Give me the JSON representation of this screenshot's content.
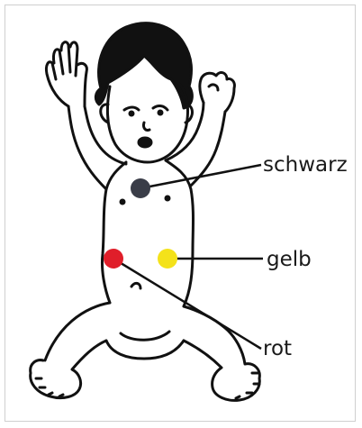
{
  "diagram": {
    "labels": {
      "black": "schwarz",
      "yellow": "gelb",
      "red": "rot"
    },
    "colors": {
      "black_electrode": "#3a3d48",
      "yellow_electrode": "#f4e21a",
      "red_electrode": "#e01e2a",
      "line": "#111111"
    }
  }
}
